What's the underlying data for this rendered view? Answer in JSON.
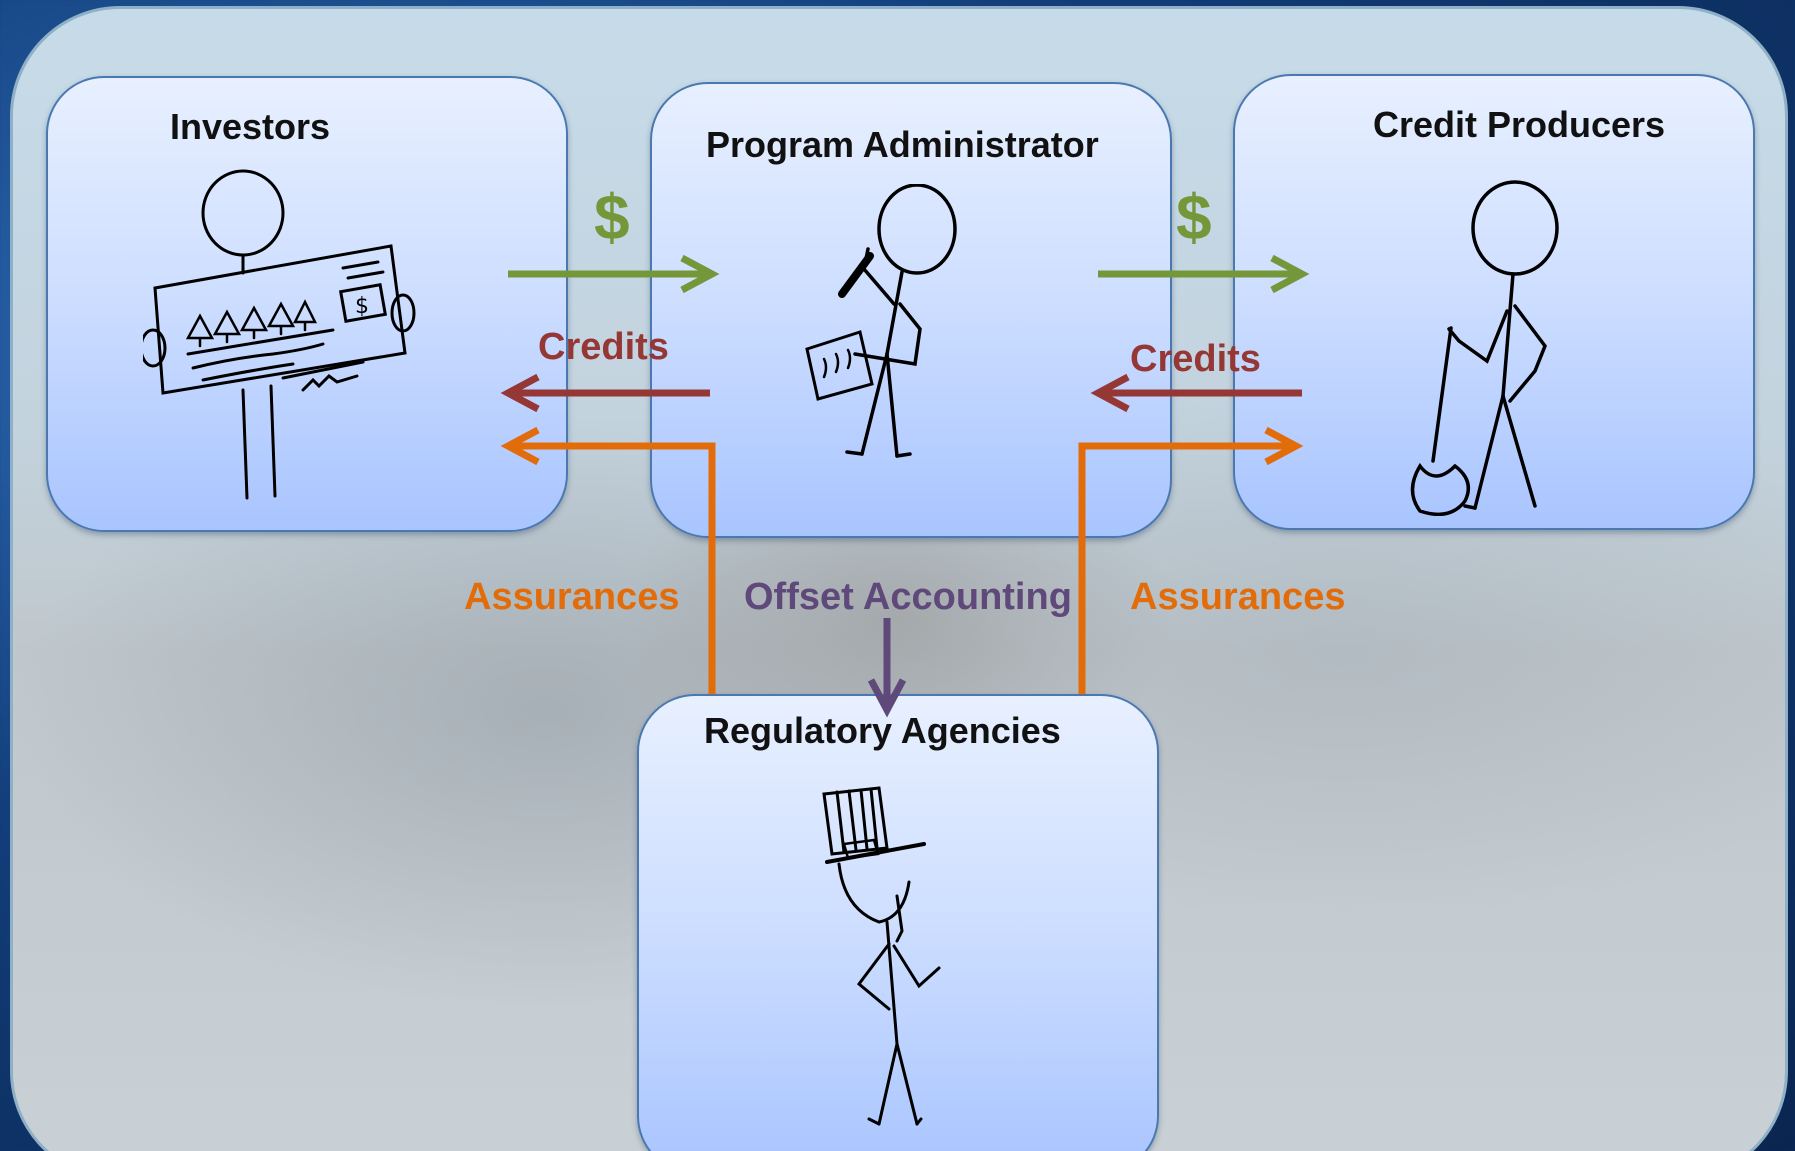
{
  "nodes": {
    "investors": {
      "title": "Investors"
    },
    "admin": {
      "title": "Program Administrator"
    },
    "producers": {
      "title": "Credit Producers"
    },
    "regulators": {
      "title": "Regulatory Agencies"
    }
  },
  "flows": {
    "money_left": "$",
    "money_right": "$",
    "credits_left": "Credits",
    "credits_right": "Credits",
    "assurances_left": "Assurances",
    "assurances_right": "Assurances",
    "offset_accounting": "Offset Accounting"
  },
  "colors": {
    "money": "#76963a",
    "credits": "#953735",
    "assurances": "#e36c0a",
    "offset": "#5f497a",
    "box_border": "#4a78b0"
  },
  "icons": {
    "investors": "person-holding-check-icon",
    "admin": "person-with-phone-and-clipboard-icon",
    "producers": "person-with-shovel-icon",
    "regulators": "uncle-sam-figure-icon"
  }
}
